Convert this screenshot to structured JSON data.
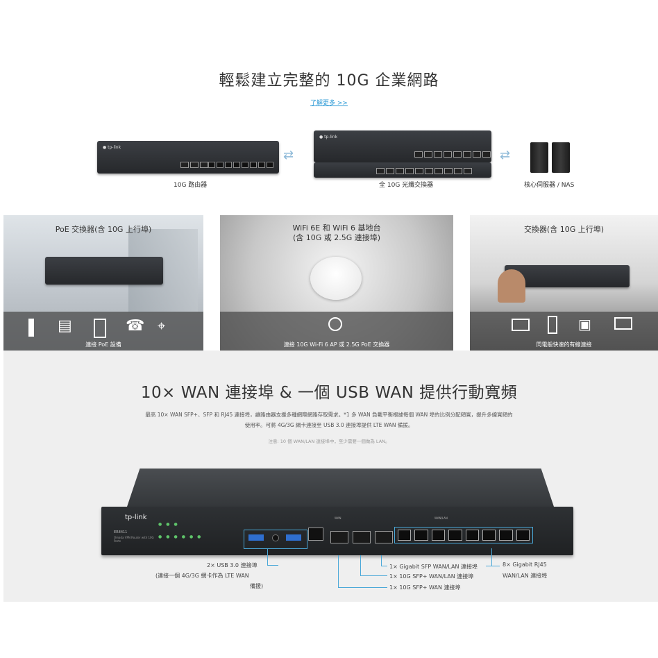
{
  "top": {
    "title": "輕鬆建立完整的 10G 企業網路",
    "link": "了解更多 >>",
    "devices": {
      "router_caption": "10G 路由器",
      "switch_caption": "全 10G 光纖交換器",
      "server_caption": "核心伺服器 / NAS"
    }
  },
  "panels": [
    {
      "title": "PoE 交換器(含 10G 上行埠)",
      "caption": "連接 PoE 設備"
    },
    {
      "title": "WiFi 6E 和 WiFi 6 基地台\n(含 10G 或 2.5G 連接埠)",
      "caption": "連接 10G Wi-Fi 6 AP 或 2.5G PoE 交換器"
    },
    {
      "title": "交換器(含 10G 上行埠)",
      "caption": "閃電般快速的有線連接"
    }
  ],
  "bottom": {
    "title": "10× WAN 連接埠 & 一個 USB WAN 提供行動寬頻",
    "desc_line1": "最高 10× WAN SFP+、SFP 和 RJ45 連接埠，讓路由器支援多種網際網路存取需求。*1 多 WAN 負載平衡根據每個 WAN 埠的比例分配頻寬，提升多線寬頻的",
    "desc_line2": "使用率。可將 4G/3G 網卡連接至 USB 3.0 連接埠提供 LTE WAN 備援。",
    "note": "注意: 10 個 WAN/LAN 連接埠中，至少需要一個做為 LAN。",
    "router": {
      "brand": "tp-link",
      "model": "ER8411",
      "model_desc": "Omada VPN Router with 10G Ports",
      "section_wan": "WAN",
      "section_wanlan": "WAN/LAN"
    },
    "callouts": {
      "usb_line1": "2× USB 3.0 連接埠",
      "usb_line2": "(連接一個 4G/3G 網卡作為 LTE WAN",
      "usb_line3": "備援)",
      "sfp_gigabit": "1× Gigabit SFP WAN/LAN 連接埠",
      "sfp_10g_wanlan": "1× 10G SFP+ WAN/LAN 連接埠",
      "sfp_10g_wan": "1× 10G SFP+ WAN 連接埠",
      "rj45_line1": "8× Gigabit RJ45",
      "rj45_line2": "WAN/LAN 連接埠"
    }
  },
  "colors": {
    "accent": "#2f9bd6",
    "callout_line": "#4aa8d8",
    "bottom_bg": "#efefef"
  }
}
